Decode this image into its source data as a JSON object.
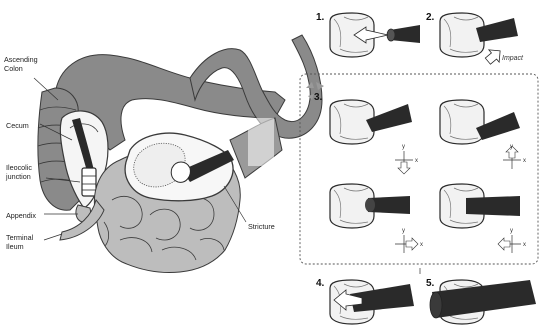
{
  "anatomy_labels": {
    "ascending_colon": [
      "Ascending",
      "Colon"
    ],
    "cecum": "Cecum",
    "ileocolic_junction": [
      "Ileocolic",
      "junction"
    ],
    "appendix": "Appendix",
    "terminal_ileum": [
      "Terminal",
      "Ileum"
    ],
    "stricture": "Stricture"
  },
  "steps": {
    "s1": "1.",
    "s2": "2.",
    "s3": "3.",
    "s4": "4.",
    "s5": "5."
  },
  "impact_label": "Impact",
  "axes": {
    "x": "x",
    "y": "y"
  },
  "colors": {
    "colon_fill": "#8a8a8a",
    "colon_stroke": "#3a3a3a",
    "small_bowel_fill": "#bdbdbd",
    "probe_fill": "#2a2a2a",
    "cup_fill": "#f2f2f2",
    "panel_border": "#555555"
  }
}
